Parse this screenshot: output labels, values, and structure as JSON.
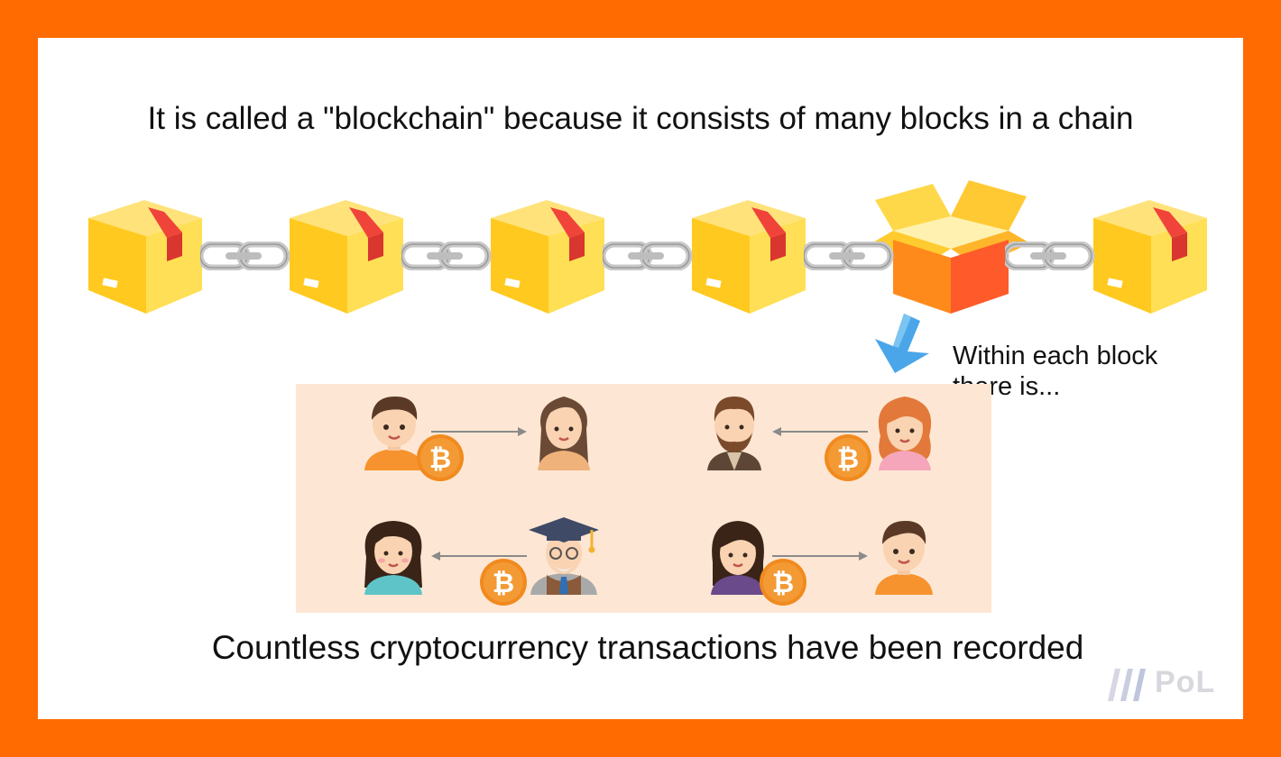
{
  "title": "It is called a \"blockchain\" because it consists of many blocks in a chain",
  "note_lines": [
    "Within each block",
    "there is..."
  ],
  "caption": "Countless cryptocurrency transactions have been recorded",
  "watermark": "PoL",
  "colors": {
    "border": "#ff6b00",
    "panel": "#fde7d4",
    "box_front": "#ffc91f",
    "box_side": "#ffdf55",
    "box_top": "#ffe37a",
    "box_tape": "#f0443a",
    "open_box_front": "#ff8a1c",
    "open_box_side": "#ff5a2a",
    "coin": "#f18a1e",
    "pointer": "#4aa6e8",
    "chain": "#c8c8c8"
  },
  "icons": [
    "closed-box-icon",
    "open-box-icon",
    "chain-link-icon",
    "down-arrow-icon",
    "bitcoin-icon",
    "person-icon"
  ],
  "chain": {
    "block_count": 6,
    "opened_block_index": 4
  },
  "transactions": [
    {
      "from": "boy",
      "to": "woman-long-hair",
      "direction": "right"
    },
    {
      "from": "redhead-woman",
      "to": "bearded-man",
      "direction": "left"
    },
    {
      "from": "professor",
      "to": "girl",
      "direction": "left"
    },
    {
      "from": "woman",
      "to": "boy",
      "direction": "right"
    }
  ]
}
